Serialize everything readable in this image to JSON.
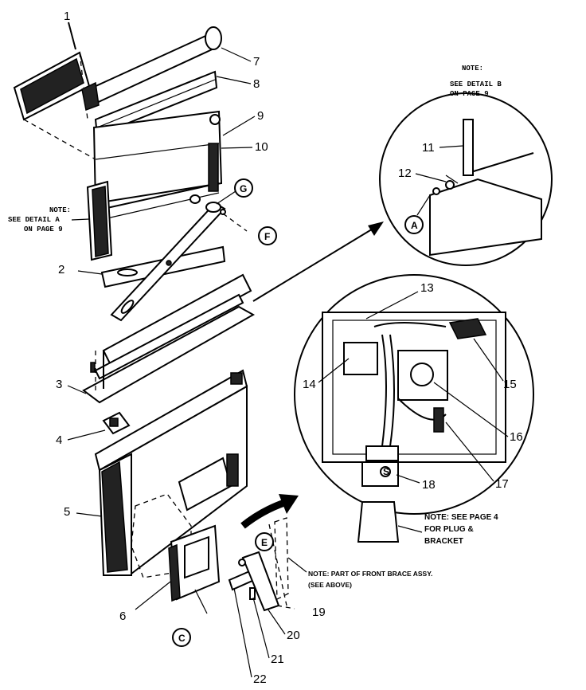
{
  "part_labels": {
    "p1": "1",
    "p2": "2",
    "p3": "3",
    "p4": "4",
    "p5": "5",
    "p6": "6",
    "p7": "7",
    "p8": "8",
    "p9": "9",
    "p10": "10",
    "p11": "11",
    "p12": "12",
    "p13": "13",
    "p14": "14",
    "p15": "15",
    "p16": "16",
    "p17": "17",
    "p18": "18",
    "p19": "19",
    "p20": "20",
    "p21": "21",
    "p22": "22"
  },
  "callouts": {
    "a": "A",
    "c": "C",
    "e": "E",
    "f": "F",
    "g": "G",
    "s": "S"
  },
  "notes": {
    "detail_a": [
      "NOTE:",
      "SEE DETAIL A",
      "ON PAGE 9"
    ],
    "detail_b": [
      "NOTE:",
      "SEE DETAIL B",
      "ON PAGE 9"
    ],
    "plug": [
      "NOTE: SEE PAGE 4",
      "FOR PLUG &",
      "BRACKET"
    ],
    "front_brace": [
      "NOTE: PART OF FRONT BRACE ASSY.",
      "(SEE ABOVE)"
    ]
  }
}
